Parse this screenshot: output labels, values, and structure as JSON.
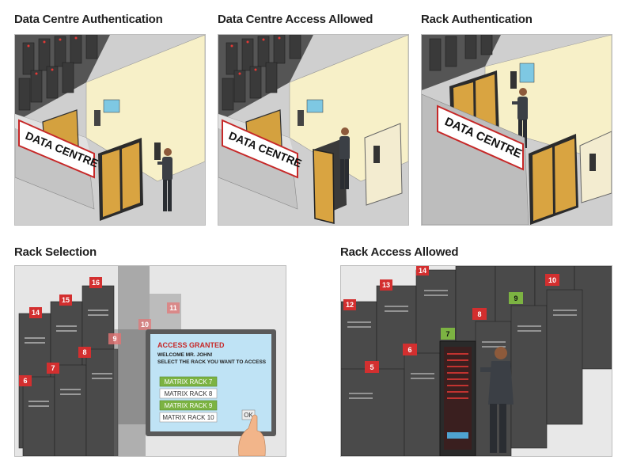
{
  "panels": [
    {
      "title": "Data Centre Authentication",
      "sign": "DATA CENTRE"
    },
    {
      "title": "Data Centre Access Allowed",
      "sign": "DATA CENTRE"
    },
    {
      "title": "Rack Authentication",
      "sign": "DATA CENTRE"
    },
    {
      "title": "Rack Selection"
    },
    {
      "title": "Rack Access Allowed"
    }
  ],
  "rack_selection": {
    "rack_numbers": [
      "14",
      "15",
      "16",
      "11",
      "10",
      "9",
      "8",
      "7",
      "6"
    ],
    "screen": {
      "heading": "ACCESS GRANTED",
      "line1": "WELCOME MR. JOHN!",
      "line2": "SELECT THE RACK YOU WANT TO ACCESS",
      "options": [
        {
          "label": "MATRIX RACK 7",
          "selected": true
        },
        {
          "label": "MATRIX RACK 8",
          "selected": false
        },
        {
          "label": "MATRIX RACK 9",
          "selected": true
        },
        {
          "label": "MATRIX RACK 10",
          "selected": false
        }
      ],
      "ok": "OK"
    }
  },
  "rack_access": {
    "rack_numbers": [
      "12",
      "13",
      "14",
      "10",
      "9",
      "8",
      "7",
      "6",
      "5"
    ],
    "colors": {
      "red": "#d32f2f",
      "green": "#7cb342"
    }
  }
}
